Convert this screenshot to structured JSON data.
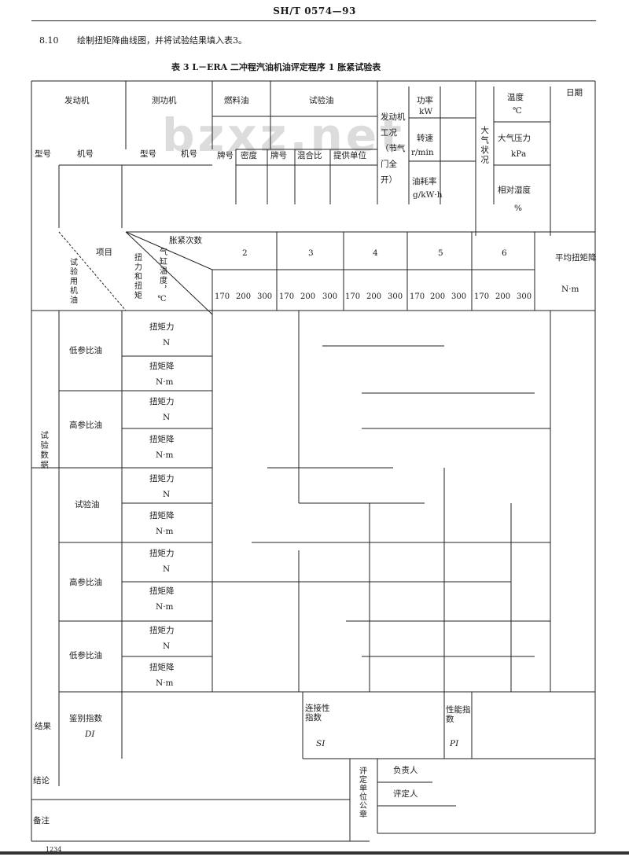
{
  "header": {
    "doc_code": "SH/T 0574—93"
  },
  "section": {
    "number": "8.10",
    "text": "绘制扭矩降曲线图，并将试验结果填入表3。"
  },
  "table_caption": "表 3   L－ERA 二冲程汽油机油评定程序 1 胀紧试验表",
  "watermark": "bzxz.net",
  "top_header": {
    "engine": "发动机",
    "dyno": "测功机",
    "fuel_oil": "燃料油",
    "test_oil": "试验油",
    "engine_cond": "发动机工况（节气门全开）",
    "power": "功率",
    "power_unit": "kW",
    "speed": "转速",
    "speed_unit": "r/min",
    "fuel_rate": "油耗率",
    "fuel_rate_unit": "g/kW·h",
    "ambient": "大气状况",
    "temp": "温度",
    "temp_unit": "℃",
    "pressure": "大气压力",
    "pressure_unit": "kPa",
    "humidity": "相对湿度",
    "humidity_unit": "%",
    "date": "日期"
  },
  "sub_header": {
    "model": "型号",
    "serial": "机号",
    "dyno_model": "型号",
    "dyno_serial": "机号",
    "fuel_grade": "牌号",
    "density": "密度",
    "oil_grade": "牌号",
    "mix_ratio": "混合比",
    "supplier": "提供单位"
  },
  "matrix_header": {
    "item": "项目",
    "test_oil_label": "试验用机油",
    "seize_count": "胀紧次数",
    "torque_force_label": "扭力和扭矩",
    "cyl_temp_label": "气缸温度，℃",
    "counts": [
      "2",
      "3",
      "4",
      "5",
      "6"
    ],
    "temps": [
      "170",
      "200",
      "300",
      "170",
      "200",
      "300",
      "170",
      "200",
      "300",
      "170",
      "200",
      "300",
      "170",
      "200",
      "300"
    ],
    "avg_torque": "平均扭矩降",
    "avg_torque_unit": "N·m"
  },
  "rows": [
    {
      "oil": "低参比油",
      "a": "扭矩力",
      "a_unit": "N",
      "b": "扭矩降",
      "b_unit": "N·m"
    },
    {
      "oil": "高参比油",
      "a": "扭矩力",
      "a_unit": "N",
      "b": "扭矩降",
      "b_unit": "N·m"
    },
    {
      "oil": "试验油",
      "a": "扭矩力",
      "a_unit": "N",
      "b": "扭矩降",
      "b_unit": "N·m"
    },
    {
      "oil": "高参比油",
      "a": "扭矩力",
      "a_unit": "N",
      "b": "扭矩降",
      "b_unit": "N·m"
    },
    {
      "oil": "低参比油",
      "a": "扭矩力",
      "a_unit": "N",
      "b": "扭矩降",
      "b_unit": "N·m"
    }
  ],
  "side_label": "试验数据",
  "results": {
    "label": "结果",
    "discrimination": "鉴别指数",
    "discrimination_sym": "DI",
    "connectivity": "连接性指数",
    "connectivity_sym": "SI",
    "performance": "性能指数",
    "performance_sym": "PI"
  },
  "conclusion": "结论",
  "remarks": "备注",
  "rating_unit": "评定单位公章",
  "responsible": "负责人",
  "evaluator": "评定人",
  "page_no": "1234"
}
